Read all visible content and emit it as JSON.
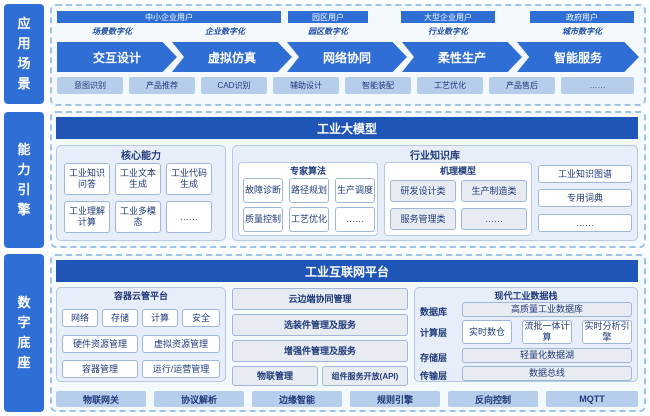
{
  "side_labels": [
    "应用场景",
    "能力引擎",
    "数字底座"
  ],
  "app": {
    "users": [
      {
        "name": "中小企业用户",
        "subs": [
          "场景数字化",
          "企业数字化"
        ]
      },
      {
        "name": "园区用户",
        "subs": [
          "园区数字化"
        ]
      },
      {
        "name": "大型企业用户",
        "subs": [
          "行业数字化"
        ]
      },
      {
        "name": "政府用户",
        "subs": [
          "城市数字化"
        ]
      }
    ],
    "chevrons": [
      "交互设计",
      "虚拟仿真",
      "网络协同",
      "柔性生产",
      "智能服务"
    ],
    "pills": [
      "意图识别",
      "产品推荐",
      "CAD识别",
      "辅助设计",
      "智能装配",
      "工艺优化",
      "产品售后",
      "……"
    ]
  },
  "engine": {
    "title": "工业大模型",
    "core": {
      "title": "核心能力",
      "items": [
        "工业知识问答",
        "工业文本生成",
        "工业代码生成",
        "工业理解计算",
        "工业多模态",
        "……"
      ]
    },
    "kb": {
      "title": "行业知识库",
      "expert": {
        "title": "专家算法",
        "items": [
          "故障诊断",
          "路径规划",
          "生产调度",
          "质量控制",
          "工艺优化",
          "……"
        ]
      },
      "mech": {
        "title": "机理模型",
        "items": [
          "研发设计类",
          "生产制造类",
          "服务管理类",
          "……"
        ]
      },
      "right": [
        "工业知识图谱",
        "专用词典",
        "……"
      ]
    }
  },
  "base": {
    "title": "工业互联网平台",
    "cloud": {
      "title": "容器云管平台",
      "row1": [
        "网络",
        "存储",
        "计算",
        "安全"
      ],
      "row2": [
        "硬件资源管理",
        "虚拟资源管理"
      ],
      "row3": [
        "容器管理",
        "运行/运营管理"
      ]
    },
    "middle": [
      "云边端协同管理",
      "选装件管理及服务",
      "增强件管理及服务"
    ],
    "middle_bottom": [
      "物联管理",
      "组件服务开放(API)"
    ],
    "stack": {
      "title": "现代工业数据栈",
      "rows": [
        {
          "label": "数据库",
          "items": [
            "高质量工业数据库"
          ]
        },
        {
          "label": "计算层",
          "items": [
            "实时数仓",
            "流批一体计算",
            "实时分析引擎"
          ]
        },
        {
          "label": "存储层",
          "items": [
            "轻量化数据湖"
          ]
        },
        {
          "label": "传输层",
          "items": [
            "数据总线"
          ]
        }
      ]
    },
    "bottom": [
      "物联网关",
      "协议解析",
      "边缘智能",
      "规则引擎",
      "反向控制",
      "MQTT"
    ]
  }
}
